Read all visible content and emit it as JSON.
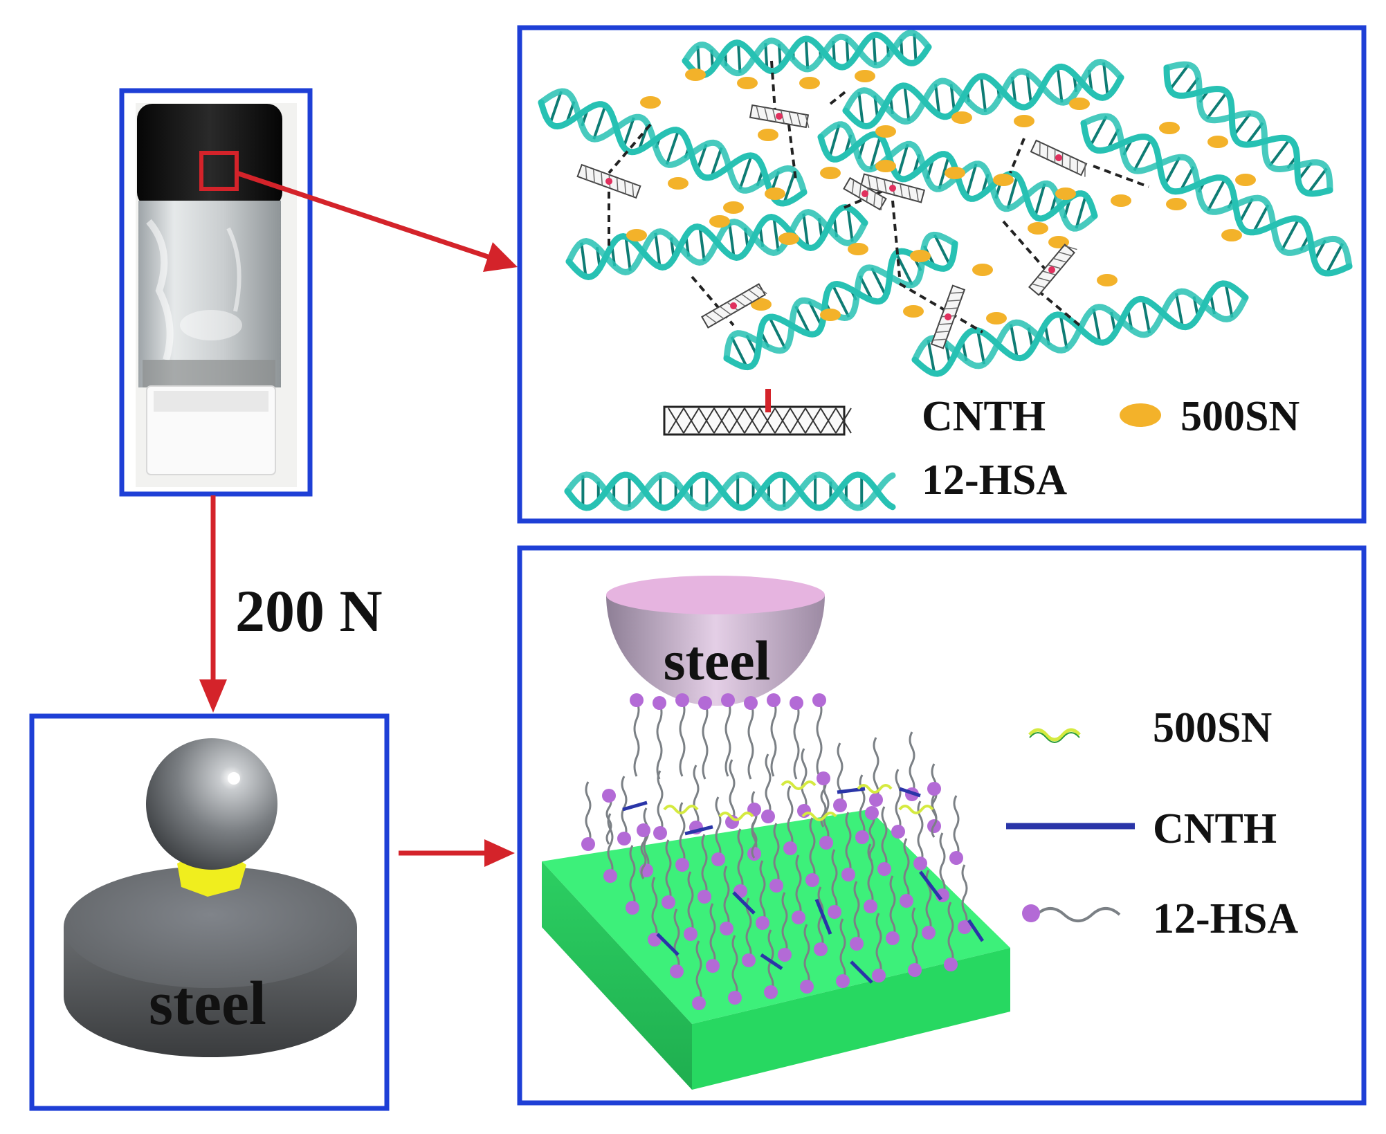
{
  "colors": {
    "frame": "#1e3fd6",
    "arrow": "#d4232a",
    "helix": "#27c1b3",
    "helix_dark": "#0e7c74",
    "droplet": "#f3b22a",
    "lipid_head": "#b36ad6",
    "substrate": "#3df07a",
    "cnth_rod": "#2a35a8",
    "hemisphere": "#c9a6cf",
    "gel_yellow": "#f0ee1e",
    "steel_gray": "#5d6063",
    "label": "#111111"
  },
  "icons": {
    "vial": "gel-vial-photo-icon",
    "ball_on_disc": "ball-on-disc-tester-icon",
    "helix": "12-hsa-helix-fiber-icon",
    "nanotube": "cnth-nanotube-icon",
    "droplet": "500sn-droplet-icon",
    "lipid": "12-hsa-lipid-icon",
    "wave": "500sn-wave-icon",
    "rod": "cnth-rod-icon"
  },
  "labels": {
    "load": "200 N",
    "disc_material": "steel",
    "upper_material": "steel"
  },
  "legend_network": {
    "cnth": "CNTH",
    "oil": "500SN",
    "hsa": "12-HSA"
  },
  "legend_film": {
    "oil": "500SN",
    "cnth": "CNTH",
    "hsa": "12-HSA"
  }
}
